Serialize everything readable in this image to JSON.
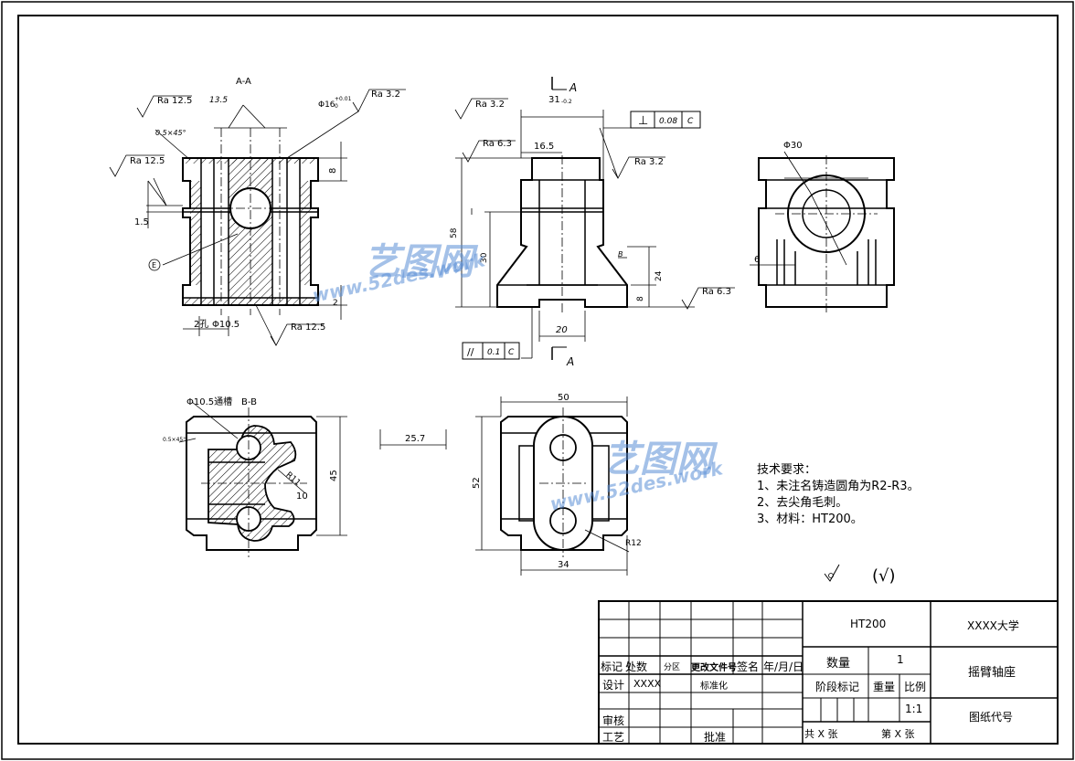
{
  "views": {
    "section_aa": "A-A",
    "section_bb": "B-B",
    "view_arrow_top": "A",
    "view_arrow_bottom": "A"
  },
  "dimensions": {
    "ra_12_5_a": "Ra 12.5",
    "ra_12_5_b": "Ra 12.5",
    "ra_12_5_c": "Ra 12.5",
    "ra_3_2_a": "Ra 3.2",
    "ra_3_2_b": "Ra 3.2",
    "ra_3_2_c": "Ra 3.2",
    "ra_6_3_a": "Ra 6.3",
    "ra_6_3_b": "Ra 6.3",
    "dim_13_5": "13.5",
    "dim_chamfer": "0.5×45°",
    "dim_chamfer_small": "0.5×45°",
    "dim_1_5": "1.5",
    "dim_phi16": "Φ16",
    "dim_phi16_tol": "+0.01",
    "dim_phi16_tol2": "0",
    "dim_2hole": "2孔",
    "dim_phi10_5": "Φ10.5",
    "dim_8_a": "8",
    "dim_2": "2",
    "dim_31": "31",
    "dim_31_tol": "-0.2",
    "dim_16_5": "16.5",
    "dim_58": "58",
    "dim_30": "30",
    "dim_24": "24",
    "dim_8_b": "8",
    "dim_20": "20",
    "dim_phi30": "Φ30",
    "dim_6": "6",
    "dim_50": "50",
    "dim_52": "52",
    "dim_34": "34",
    "dim_r12": "R12",
    "dim_45": "45",
    "dim_25_7": "25.7",
    "dim_r11": "R11",
    "dim_10": "10",
    "dim_phi10_5_through": "Φ10.5通槽",
    "label_e": "E",
    "label_b": "B",
    "tol_perp_sym": "⊥",
    "tol_perp_val": "0.08",
    "tol_perp_ref": "C",
    "tol_par_sym": "//",
    "tol_par_val": "0.1",
    "tol_par_ref": "C"
  },
  "notes": {
    "title": "技术要求：",
    "line1": "1、未注名铸造圆角为R2-R3。",
    "line2": "2、去尖角毛刺。",
    "line3": "3、材料：HT200。"
  },
  "roughness_symbol": "(√)",
  "title_block": {
    "material": "HT200",
    "school": "XXXX大学",
    "part_name": "摇臂轴座",
    "drawing_code": "图纸代号",
    "qty_label": "数量",
    "qty_value": "1",
    "stage_label": "阶段标记",
    "weight_label": "重量",
    "scale_label": "比例",
    "scale_value": "1:1",
    "total_sheets": "共  X  张",
    "sheet_no": "第  X  张",
    "mark": "标记",
    "count": "处数",
    "zone": "分区",
    "change_doc": "更改文件号",
    "signature": "签名",
    "date": "年/月/日",
    "design": "设计",
    "designer": "XXXX",
    "standardize": "标准化",
    "review": "审核",
    "process": "工艺",
    "approve": "批准"
  },
  "watermark": {
    "brand": "艺图网",
    "url": "www.52des.work"
  }
}
